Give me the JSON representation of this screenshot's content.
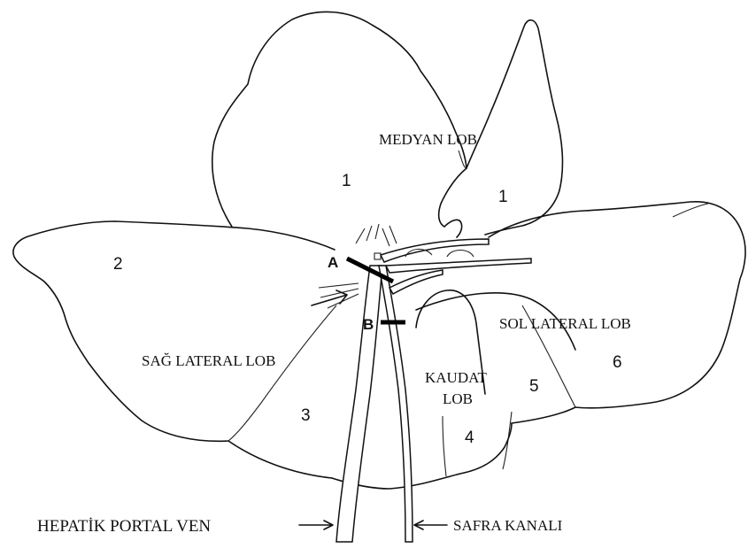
{
  "lobes": {
    "medyan": "MEDYAN LOB",
    "sag_lateral": "SAĞ LATERAL LOB",
    "sol_lateral": "SOL LATERAL LOB",
    "kaudat_line1": "KAUDAT",
    "kaudat_line2": "LOB"
  },
  "numbers": {
    "n1_left": "1",
    "n1_right": "1",
    "n2": "2",
    "n3": "3",
    "n4": "4",
    "n5": "5",
    "n6": "6"
  },
  "markers": {
    "a": "A",
    "b": "B"
  },
  "vessels": {
    "portal_vein": "HEPATİK PORTAL VEN",
    "bile_duct": "SAFRA KANALI"
  }
}
